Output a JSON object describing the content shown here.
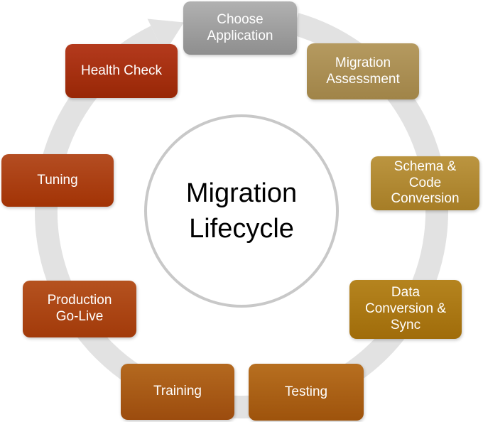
{
  "diagram": {
    "center_label": "Migration\nLifecycle",
    "colors": {
      "background": "#FFFFFF",
      "ring": "#E2E2E2",
      "arrow": "#E2E2E2",
      "circle_border": "#C8C8C8",
      "circle_fill": "#FFFFFF",
      "center_text": "#000000",
      "step_text": "#FFFFFF"
    },
    "steps": [
      {
        "id": "choose-application",
        "label": "Choose\nApplication",
        "color_top": "#B1B1B1",
        "color_bottom": "#8E8E8E"
      },
      {
        "id": "migration-assessment",
        "label": "Migration\nAssessment",
        "color_top": "#B59A60",
        "color_bottom": "#A08448"
      },
      {
        "id": "schema-code-conversion",
        "label": "Schema &\nCode\nConversion",
        "color_top": "#BB9540",
        "color_bottom": "#A67D26"
      },
      {
        "id": "data-conversion-sync",
        "label": "Data\nConversion &\nSync",
        "color_top": "#B5841F",
        "color_bottom": "#A06C0A"
      },
      {
        "id": "testing",
        "label": "Testing",
        "color_top": "#B76F20",
        "color_bottom": "#9E530C"
      },
      {
        "id": "training",
        "label": "Training",
        "color_top": "#B4691F",
        "color_bottom": "#9C4C0E"
      },
      {
        "id": "production-go-live",
        "label": "Production\nGo-Live",
        "color_top": "#B5521F",
        "color_bottom": "#A23A0A"
      },
      {
        "id": "tuning",
        "label": "Tuning",
        "color_top": "#B44D22",
        "color_bottom": "#A23305"
      },
      {
        "id": "health-check",
        "label": "Health Check",
        "color_top": "#B43A1D",
        "color_bottom": "#982706"
      }
    ]
  }
}
